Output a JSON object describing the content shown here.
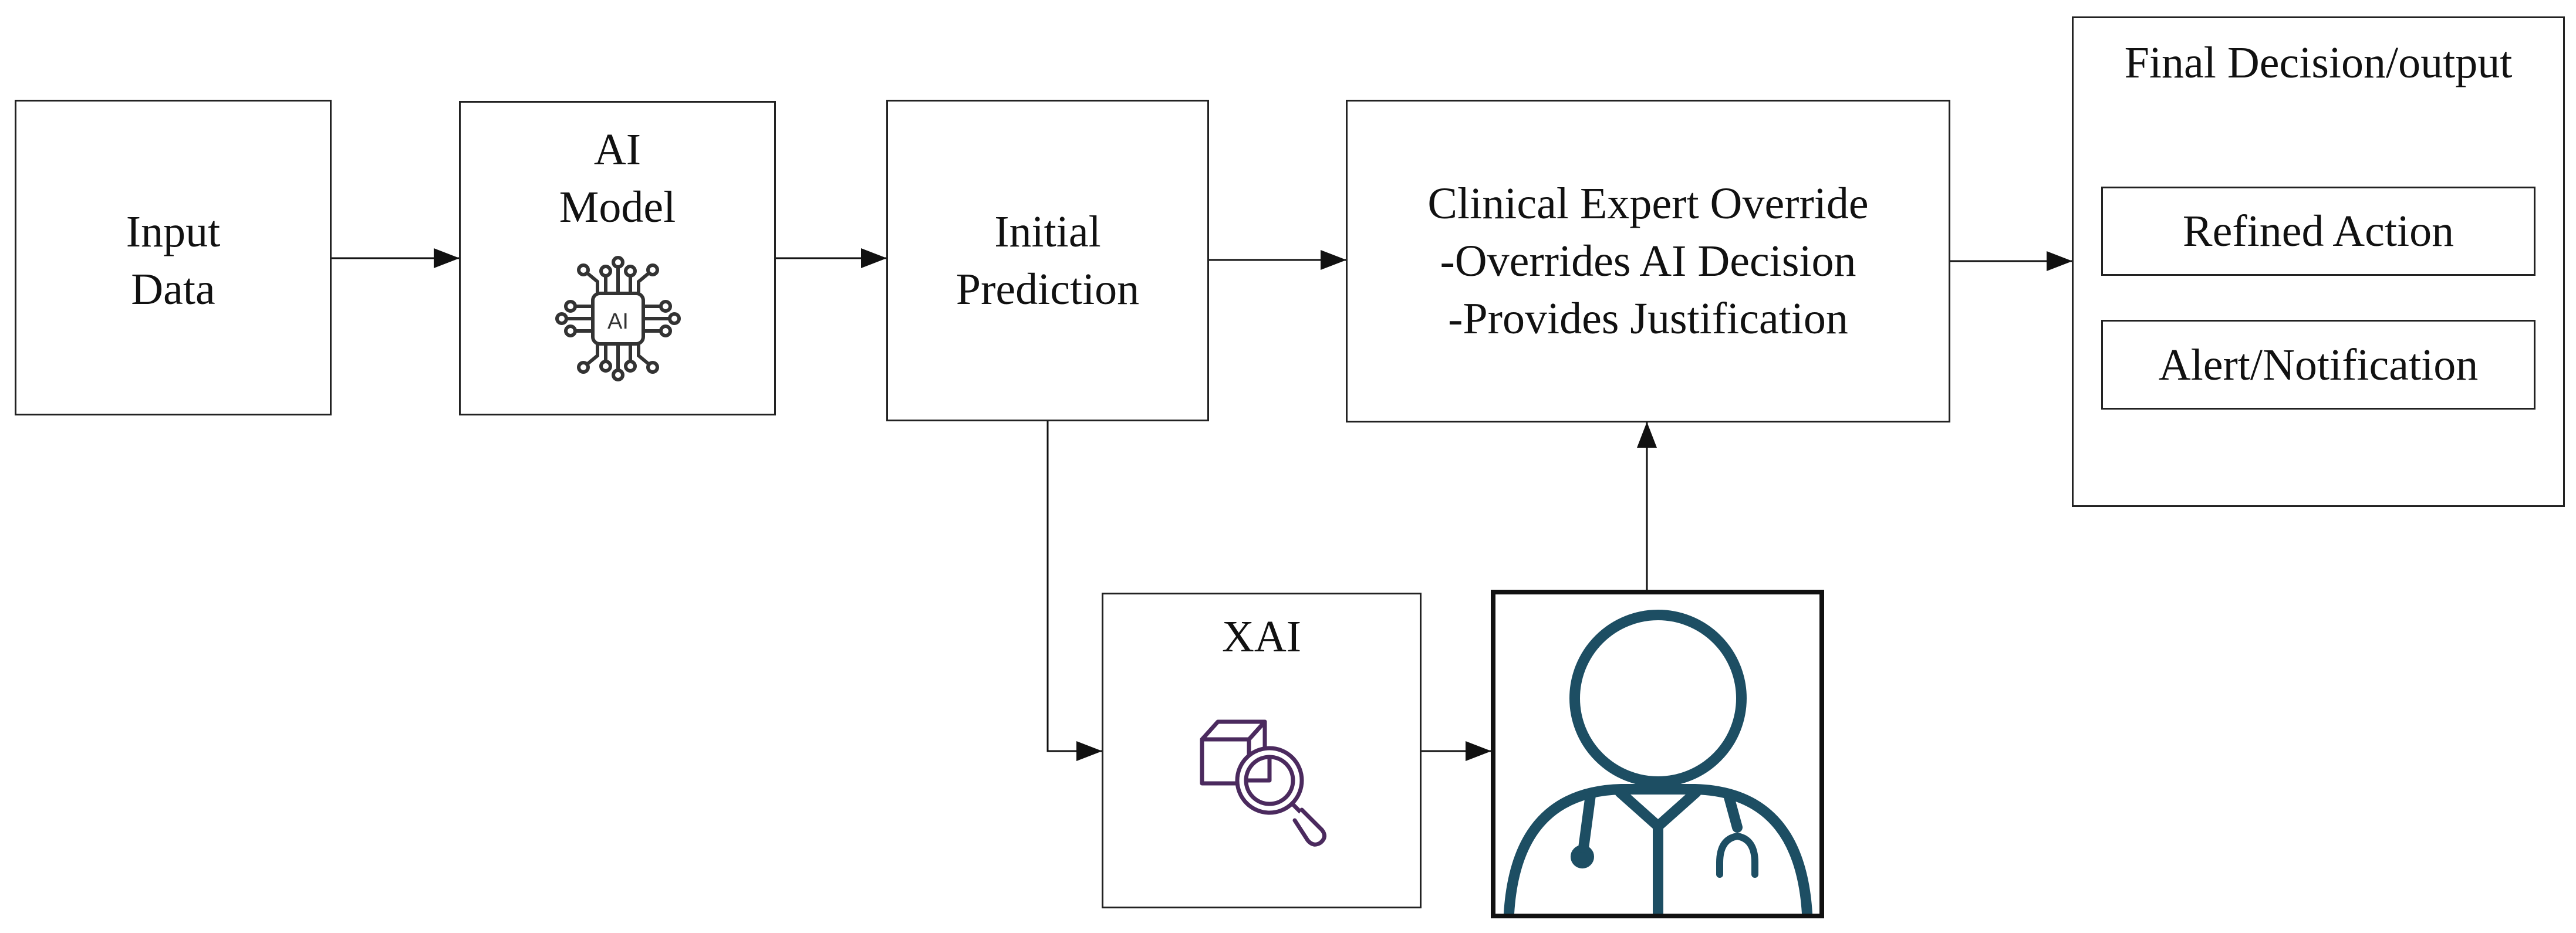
{
  "input_box": {
    "line1": "Input",
    "line2": "Data"
  },
  "ai_model_box": {
    "line1": "AI",
    "line2": "Model",
    "chip_label": "AI",
    "icon": "ai-chip-icon"
  },
  "prediction_box": {
    "line1": "Initial",
    "line2": "Prediction"
  },
  "override_box": {
    "line1": "Clinical Expert Override",
    "line2": "-Overrides AI Decision",
    "line3": "-Provides Justification"
  },
  "final_box": {
    "title": "Final Decision/output",
    "items": [
      "Refined Action",
      "Alert/Notification"
    ]
  },
  "xai_box": {
    "title": "XAI",
    "icon": "magnifier-cube-icon"
  },
  "expert_box": {
    "icon": "doctor-icon"
  },
  "colors": {
    "line": "#222222",
    "icon_purple": "#4b2a5e",
    "doctor_teal": "#1d4e63"
  }
}
